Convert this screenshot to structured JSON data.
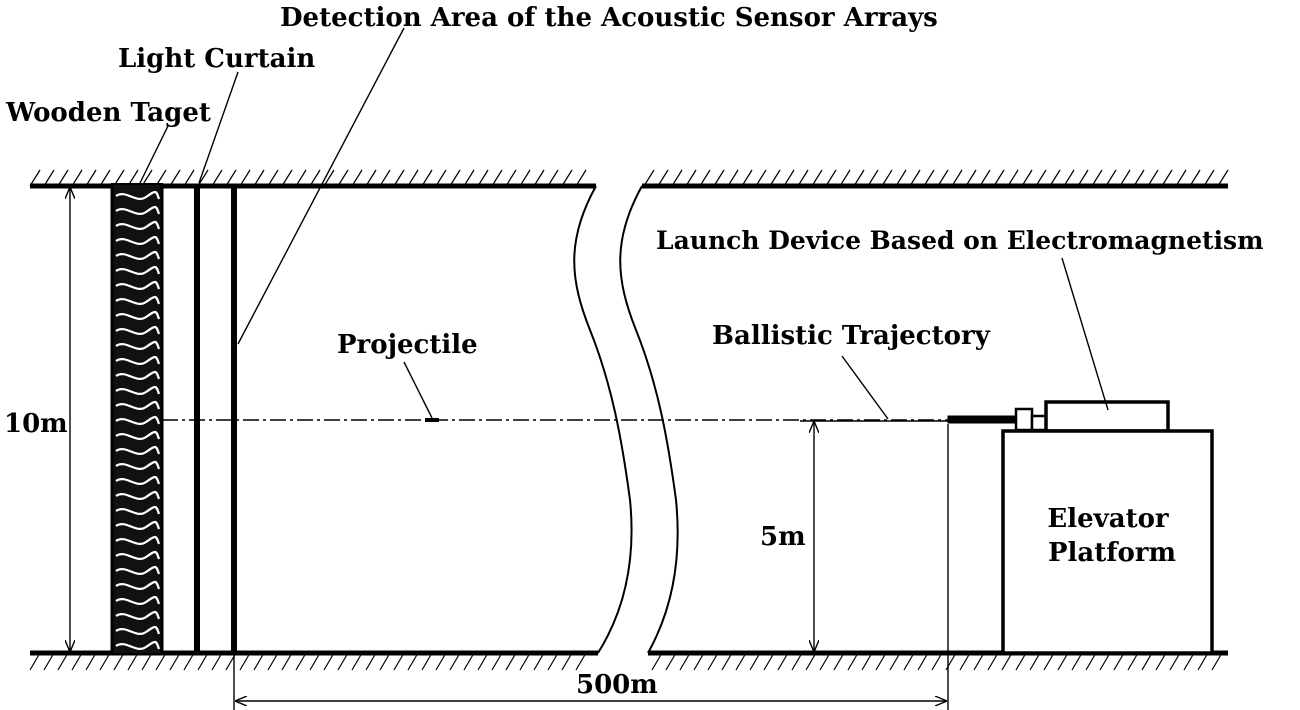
{
  "labels": {
    "detection_area": "Detection Area of the Acoustic Sensor Arrays",
    "light_curtain": "Light Curtain",
    "wooden_target": "Wooden Taget",
    "launch_device": "Launch  Device Based on Electromagnetism",
    "projectile": "Projectile",
    "ballistic_trajectory": "Ballistic Trajectory",
    "elevator_line1": "Elevator",
    "elevator_line2": "Platform"
  },
  "dimensions": {
    "height_total": "10m",
    "height_launch": "5m",
    "range": "500m"
  }
}
